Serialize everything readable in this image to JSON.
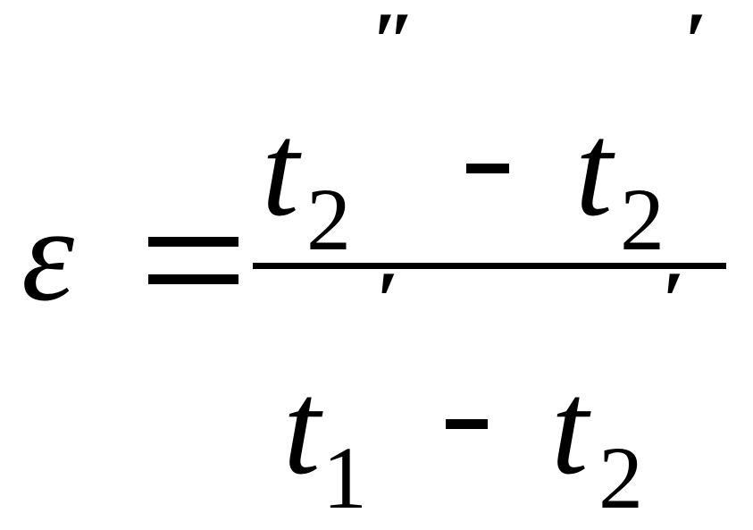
{
  "formula": {
    "lhs": "ε",
    "equals": "=",
    "numerator": {
      "term1": {
        "var": "t",
        "sub": "2",
        "prime": "″"
      },
      "op": "-",
      "term2": {
        "var": "t",
        "sub": "2",
        "prime": "′"
      }
    },
    "denominator": {
      "term1": {
        "var": "t",
        "sub": "1",
        "prime": "′"
      },
      "op": "-",
      "term2": {
        "var": "t",
        "sub": "2",
        "prime": "′"
      }
    }
  }
}
